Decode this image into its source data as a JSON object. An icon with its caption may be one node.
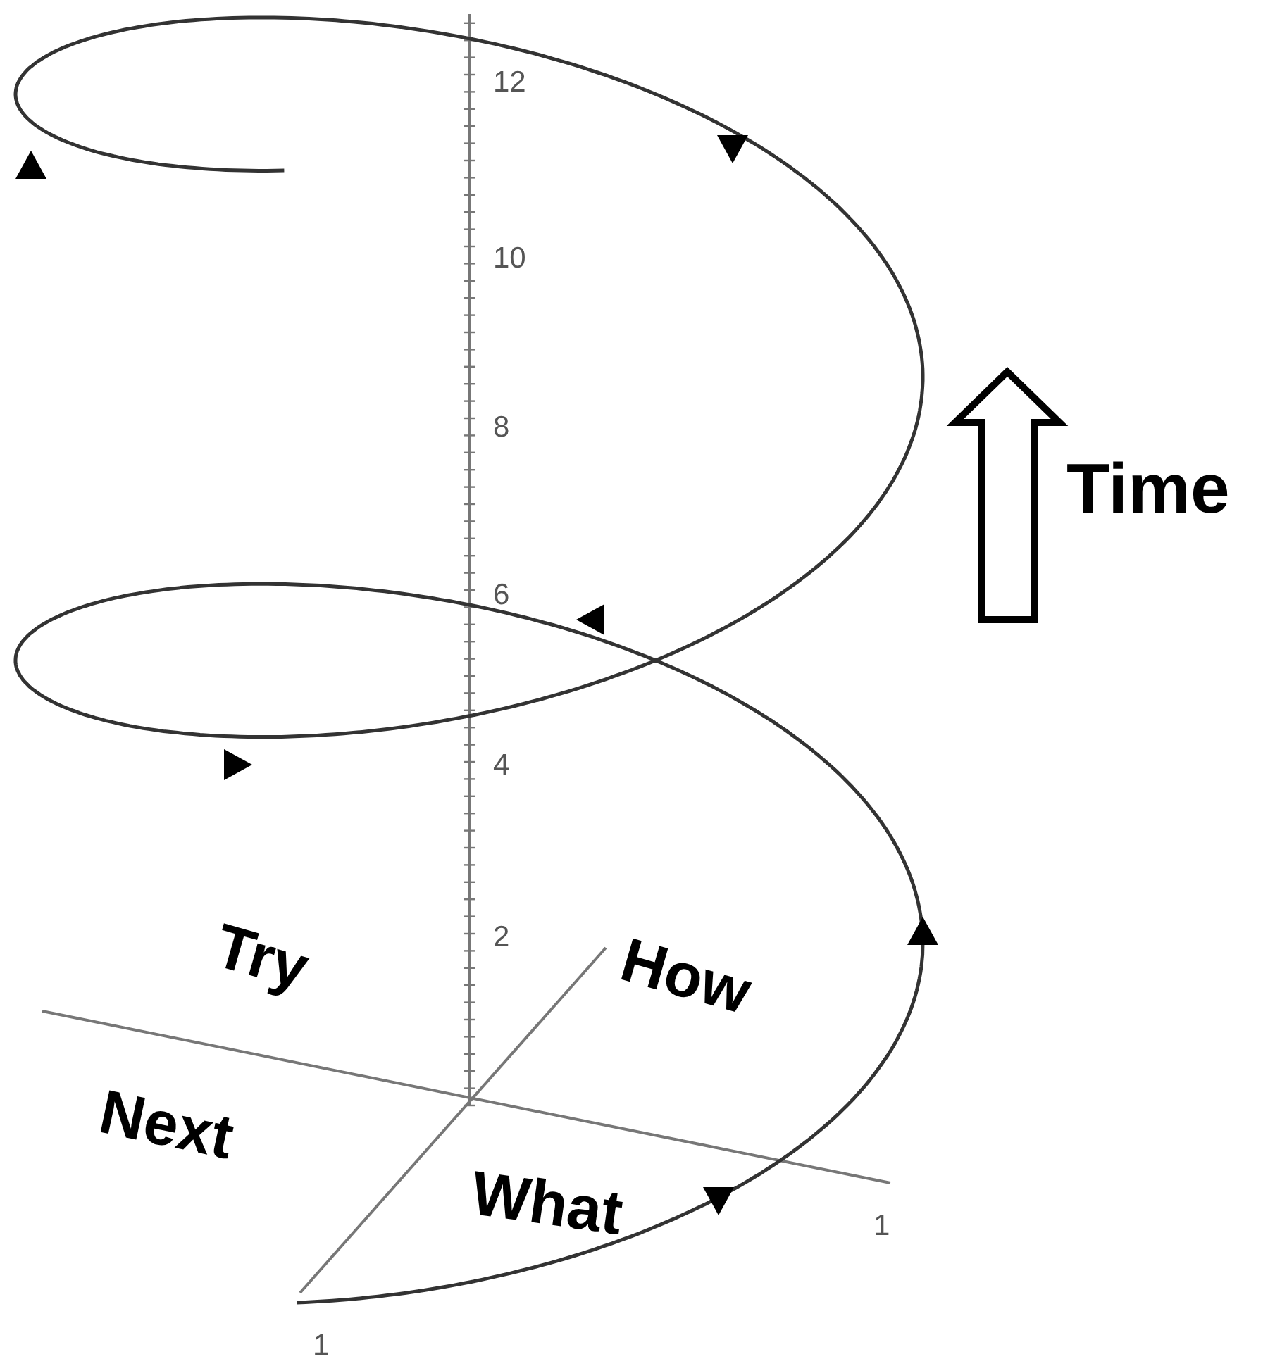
{
  "diagram": {
    "labels": [
      "12",
      "10",
      "Time",
      "8",
      "6",
      "4",
      "2",
      "Try",
      "How",
      "Next",
      "What",
      "1",
      "1"
    ]
  }
}
